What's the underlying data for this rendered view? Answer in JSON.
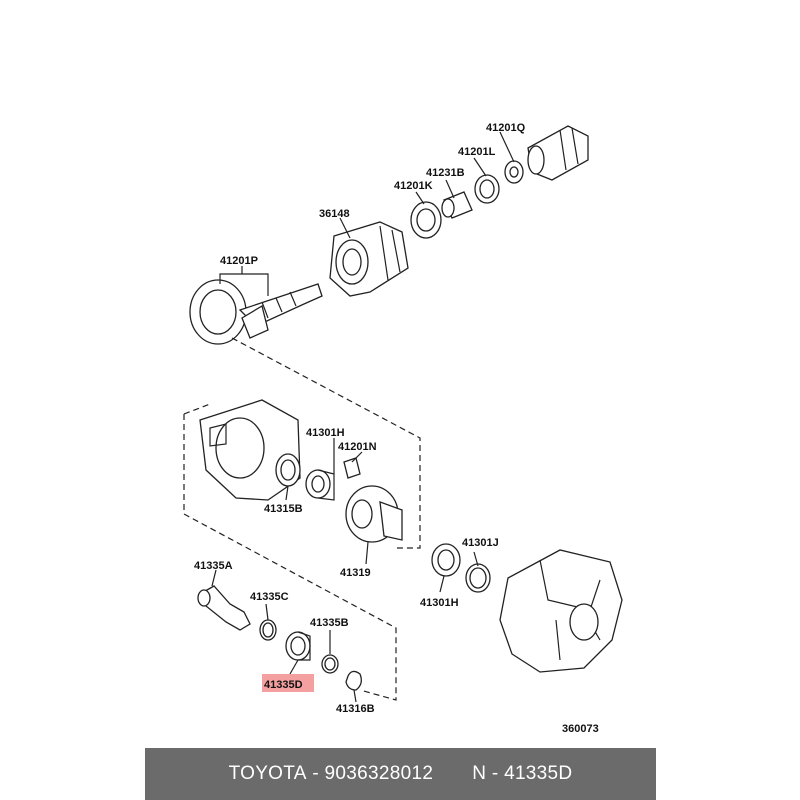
{
  "diagram": {
    "code": "360073",
    "labels": {
      "p41201Q": "41201Q",
      "p41201L": "41201L",
      "p41231B": "41231B",
      "p41201K": "41201K",
      "p36148": "36148",
      "p41201P": "41201P",
      "p41301H_top": "41301H",
      "p41201N": "41201N",
      "p41315B": "41315B",
      "p41319": "41319",
      "p41301J": "41301J",
      "p41301H_bottom": "41301H",
      "p41335A": "41335A",
      "p41335C": "41335C",
      "p41335B": "41335B",
      "p41335D": "41335D",
      "p41316B": "41316B"
    },
    "highlight": {
      "part": "41335D",
      "color": "#f4a0a0"
    }
  },
  "footer": {
    "brand": "TOYOTA",
    "sep1": " - ",
    "oem_number": "9036328012",
    "gap": "       ",
    "n_prefix": "N - ",
    "part_number": "41335D"
  }
}
